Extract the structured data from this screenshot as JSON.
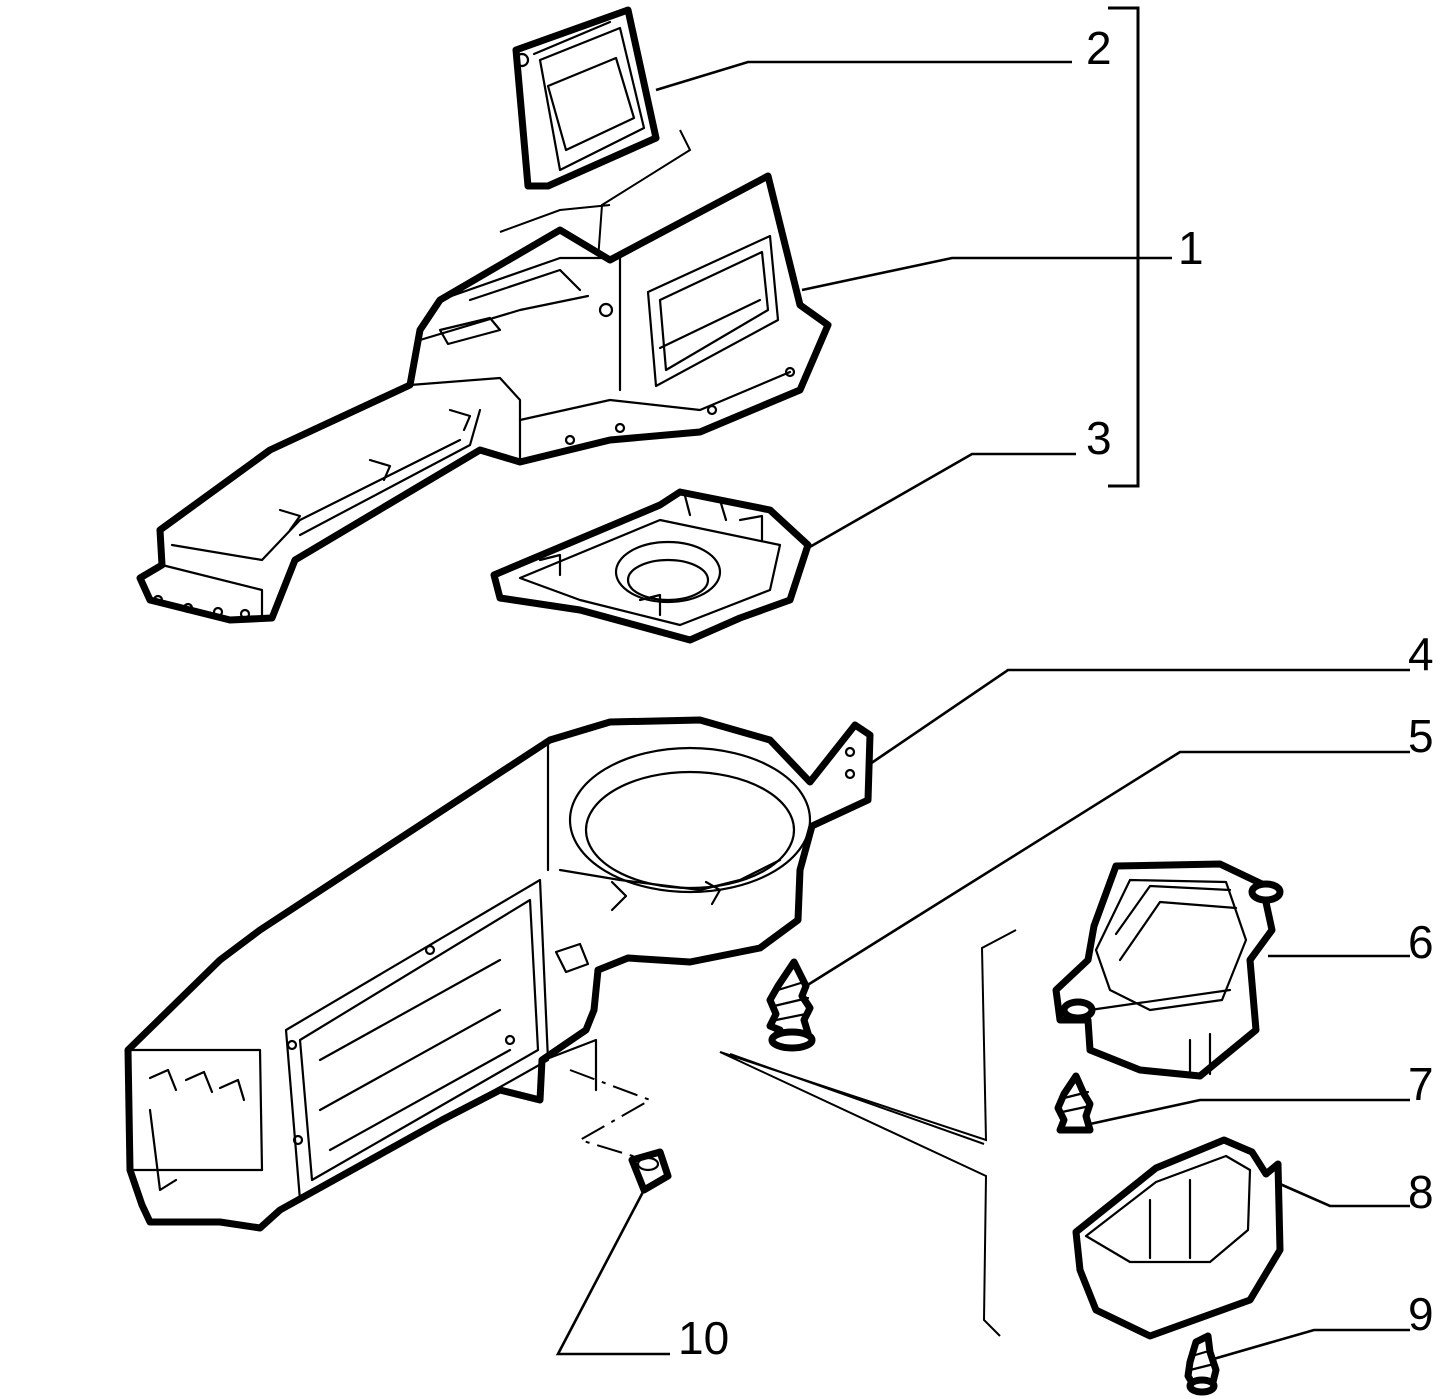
{
  "diagram": {
    "callouts": [
      "1",
      "2",
      "3",
      "4",
      "5",
      "6",
      "7",
      "8",
      "9",
      "10"
    ]
  },
  "colors": {
    "line": "#000000",
    "background": "#ffffff"
  }
}
